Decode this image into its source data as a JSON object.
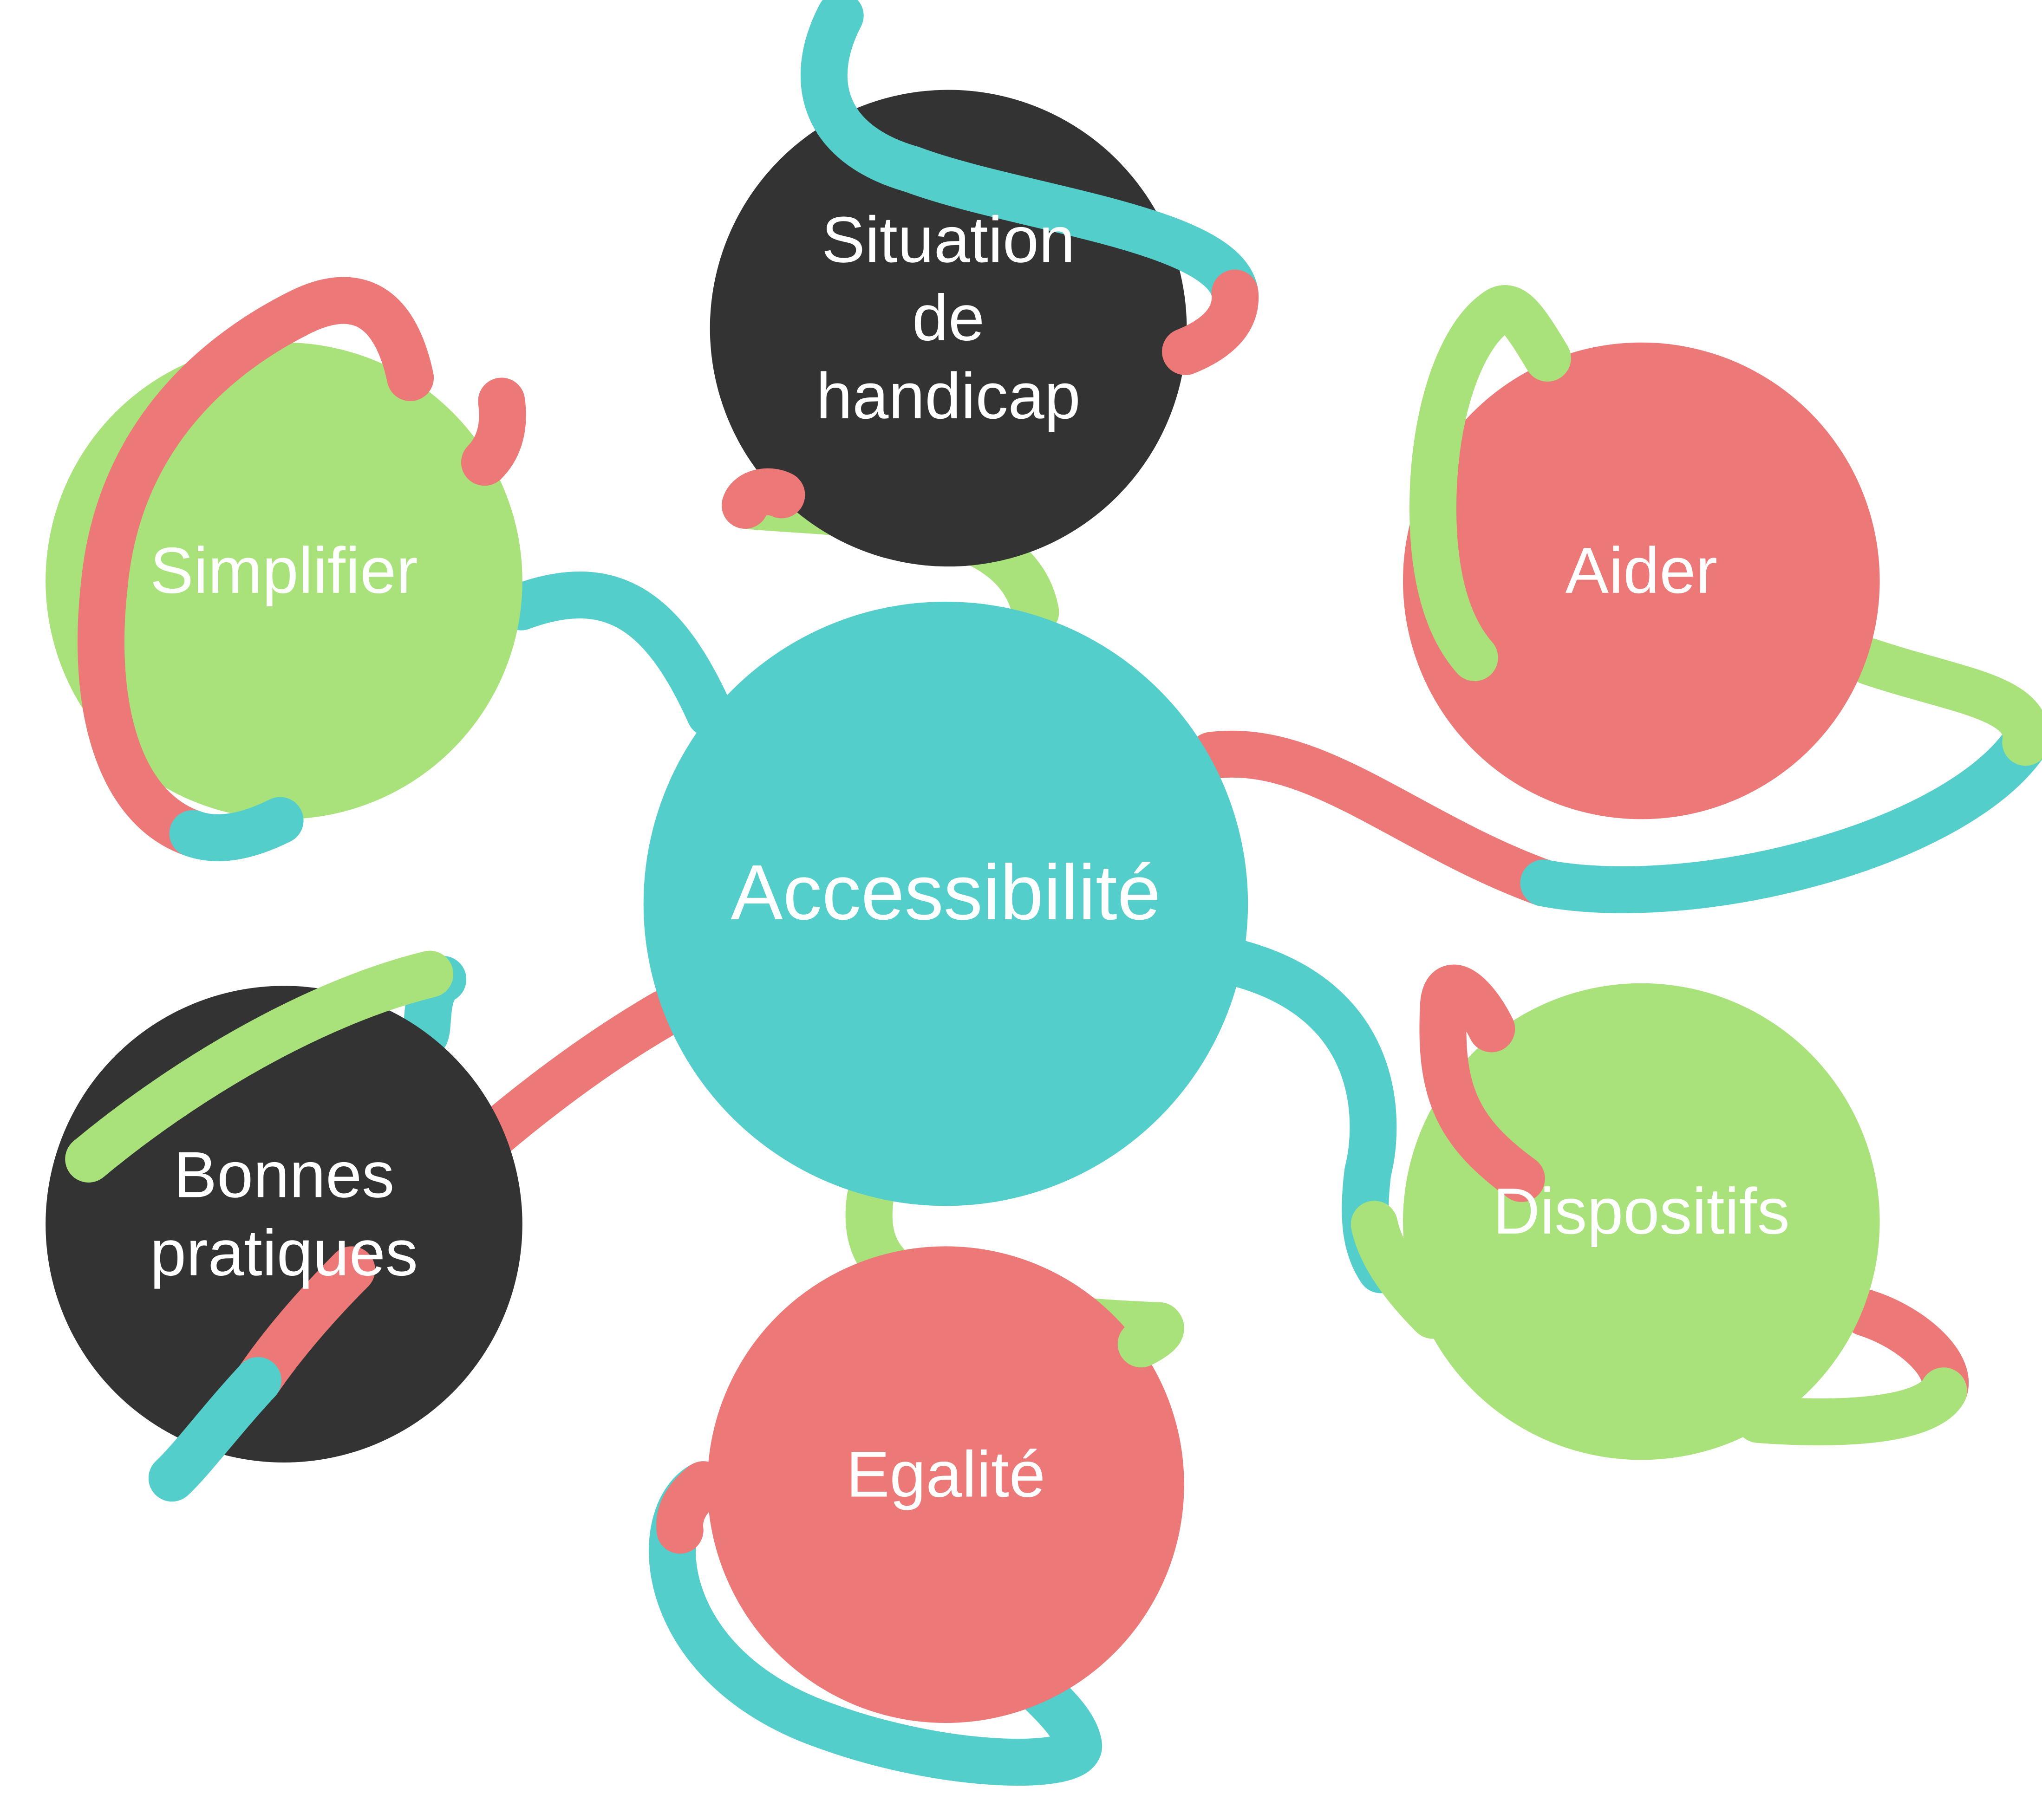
{
  "colors": {
    "teal": "#53CECA",
    "green": "#A9E27A",
    "coral": "#EC7877",
    "dark": "#333333",
    "text": "#FFFFFF",
    "background": "#FFFFFF"
  },
  "diagram": {
    "center": {
      "id": "accessibilite",
      "label": "Accessibilité",
      "color": "teal"
    },
    "nodes": [
      {
        "id": "situation-de-handicap",
        "lines": [
          "Situation",
          "de",
          "handicap"
        ],
        "color": "dark"
      },
      {
        "id": "simplifier",
        "lines": [
          "Simplifier"
        ],
        "color": "green"
      },
      {
        "id": "aider",
        "lines": [
          "Aider"
        ],
        "color": "coral"
      },
      {
        "id": "bonnes-pratiques",
        "lines": [
          "Bonnes",
          "pratiques"
        ],
        "color": "dark"
      },
      {
        "id": "dispositifs",
        "lines": [
          "Dispositifs"
        ],
        "color": "green"
      },
      {
        "id": "egalite",
        "lines": [
          "Egalité"
        ],
        "color": "coral"
      }
    ]
  }
}
